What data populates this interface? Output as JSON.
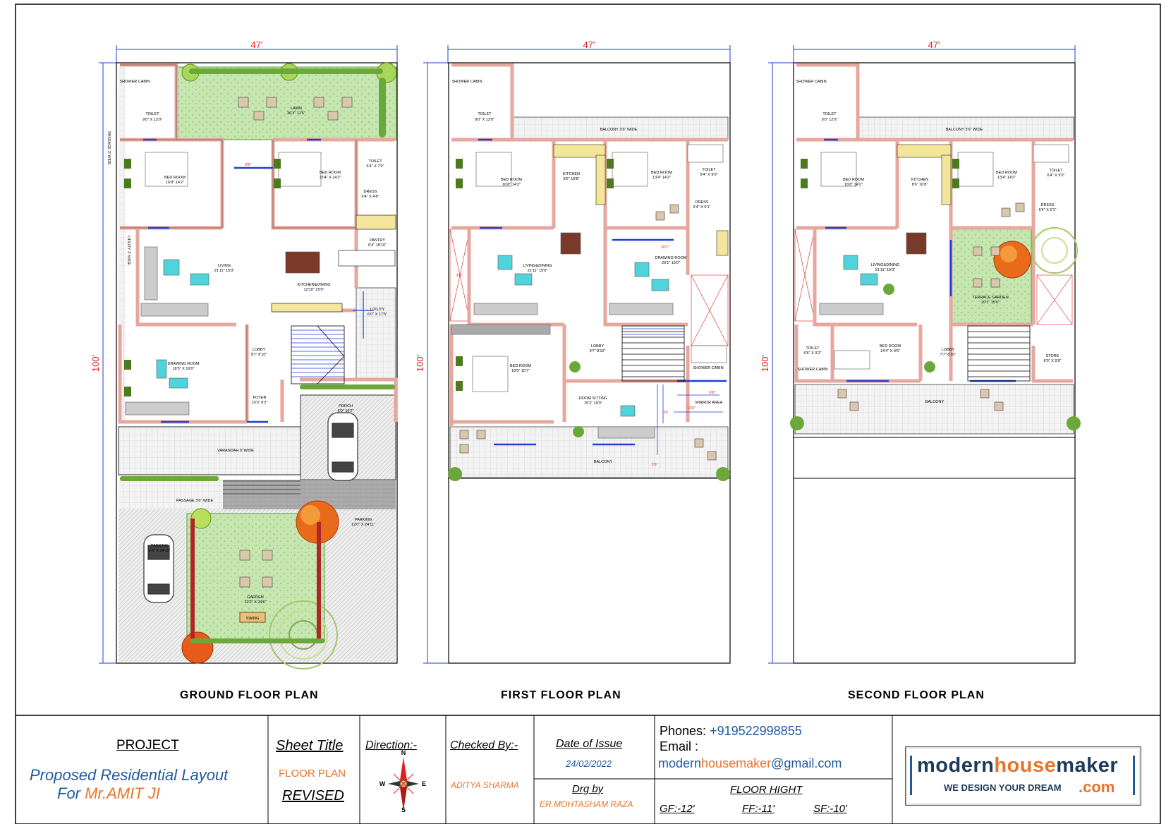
{
  "plans": [
    {
      "title": "GROUND FLOOR PLAN",
      "width_dim": "47'",
      "depth_dim": "100'"
    },
    {
      "title": "FIRST FLOOR PLAN",
      "width_dim": "47'",
      "depth_dim": "100'"
    },
    {
      "title": "SECOND FLOOR PLAN",
      "width_dim": "47'",
      "depth_dim": "100'"
    }
  ],
  "ground_rooms": {
    "shower": "SHOWER CABIN",
    "toilet1": "TOILET",
    "toilet1_size": "9'0\" X 12'0\"",
    "lawn": "LAWN",
    "lawn_size": "36'3\" 12'6\"",
    "passage_side": "PASSAGE 3' WIDE",
    "bed1": "BED ROOM",
    "bed1_size": "16'8\" 14'2\"",
    "gap": "8'6\"",
    "bed2": "BED ROOM",
    "bed2_size": "13'4\" X 14'2\"",
    "toilet2": "TOILET",
    "toilet2_size": "6'4\" X 7'0\"",
    "dress": "DRESS",
    "dress_size": "6'4\" X 4'8\"",
    "pantry": "PANTRY",
    "pantry_size": "6'4\" 18'10\"",
    "utility_side": "UTILITY 3' WIDE",
    "living": "LIVING",
    "living_size": "21'11\" 15'0\"",
    "kitchen": "KITCHEN&DINING",
    "kitchen_size": "12'10\" 15'0\"",
    "utility": "UTILITY",
    "utility_size": "6'0\" X 17'5\"",
    "lobby": "LOBBY",
    "lobby_size": "9'7\" 8'10\"",
    "drawing": "DRAWING ROOM",
    "drawing_size": "18'5\" X 16'0\"",
    "foyer": "FOYER",
    "foyer_size": "10'3\" 6'2\"",
    "porch": "PORCH",
    "porch_size": "6'0\" 16'2\"",
    "varandah": "VARANDAH 9' WIDE",
    "passage": "PASSAGE 3'6\" WIDE",
    "parking1": "PARKING",
    "parking1_size": "12'0\" X 24'11\"",
    "parking2": "PARKING",
    "parking2_size": "8'0\" X 24'11\"",
    "garden": "GARDEN",
    "garden_size": "22'2\" X 24'6\"",
    "swing": "SWING"
  },
  "first_rooms": {
    "shower": "SHOWER CABIN",
    "toilet1": "TOILET",
    "toilet1_size": "9'0\" X 12'0\"",
    "balcony_top": "BALCONY 3'6\" WIDE",
    "bed1": "BED ROOM",
    "bed1_size": "16'8\" 14'2\"",
    "kitchen": "KITCHEN",
    "kitchen_size": "8'6\" 10'8\"",
    "bed2": "BED ROOM",
    "bed2_size": "13'4\" 14'2\"",
    "toilet2": "TOILET",
    "toilet2_size": "6'4\" X 9'0\"",
    "dress": "DRESS",
    "dress_size": "6'4\" X 5'1\"",
    "side_dim": "3'6\"",
    "living": "LIVING&DINING",
    "living_size": "21'11\" 15'0\"",
    "drawing_dim": "20'1\"",
    "drawing": "DRAWING ROOM",
    "drawing_size": "20'1\" 15'0\"",
    "bed3": "BED ROOM",
    "bed3_size": "18'5\" 15'7\"",
    "lobby": "LOBBY",
    "lobby_size": "9'7\" 8'10\"",
    "shower2": "SHOWER CABIN",
    "sitting": "ROOM SITTING",
    "sitting_size": "15'2\" 10'0\"",
    "mirror": "MIRROR AREA",
    "dim_a": "6'6\"",
    "dim_b": "11'6\"",
    "dim_c": "3'6\"",
    "dim_d": "10'",
    "balcony": "BALCONY"
  },
  "second_rooms": {
    "shower": "SHOWER CABIN",
    "toilet1": "TOILET",
    "toilet1_size": "9'0\" 12'0\"",
    "balcony_top": "BALCONY 3'6\" WIDE",
    "bed1": "BED ROOM",
    "bed1_size": "16'8\" 14'2\"",
    "kitchen": "KITCHEN",
    "kitchen_size": "8'6\" 10'8\"",
    "bed2": "BED ROOM",
    "bed2_size": "13'4\" 14'2\"",
    "toilet2": "TOILET",
    "toilet2_size": "6'4\" X 9'0\"",
    "dress": "DRESS",
    "dress_size": "6'4\" X 5'1\"",
    "living": "LIVING&DINING",
    "living_size": "21'11\" 15'0\"",
    "terrace": "TERRACE GARDEN",
    "terrace_size": "20'1\" 15'0\"",
    "toilet3": "TOILET",
    "toilet3_size": "6'6\" X 9'2\"",
    "shower2": "SHOWER CABIN",
    "bed3": "BED ROOM",
    "bed3_size": "14'4\" X 9'6\"",
    "lobby": "LOBBY",
    "lobby_size": "7'7\" 8'10\"",
    "store": "STORE",
    "store_size": "6'0\" X 5'9\"",
    "balcony": "BALCONY"
  },
  "title_block": {
    "project_label": "PROJECT",
    "project_name": "Proposed Residential Layout",
    "for_label": "For",
    "client": "Mr.AMIT JI",
    "sheet_title_label": "Sheet Title",
    "sheet_title": "FLOOR PLAN",
    "revised": "REVISED",
    "direction_label": "Direction:-",
    "compass_n": "N",
    "compass_s": "S",
    "compass_e": "E",
    "compass_w": "W",
    "checked_label": "Checked By:-",
    "checked_by": "ADITYA SHARMA",
    "date_label": "Date of Issue",
    "date": "24/02/2022",
    "drg_label": "Drg by",
    "drg_by": "ER.MOHTASHAM RAZA",
    "phones_label": "Phones:",
    "phone": "+919522998855",
    "email_label": "Email :",
    "email_a": "modern",
    "email_b": "housemaker",
    "email_c": "@gmail.com",
    "floor_height_label": "FLOOR HIGHT",
    "gf": "GF:-12'",
    "ff": "FF:-11'",
    "sf": "SF:-10'"
  },
  "logo": {
    "part1": "modern",
    "part2": "house",
    "part3": "maker",
    "tagline": "WE DESIGN YOUR DREAM",
    "suffix": ".com"
  },
  "colors": {
    "wall": "#e6a79f",
    "door_blue": "#1d3fd4",
    "dim_red": "#e02020",
    "lawn": "#bfe0a8",
    "tile": "#dcdcdc",
    "accent_orange": "#e8742a",
    "accent_blue": "#1f5aa0"
  }
}
